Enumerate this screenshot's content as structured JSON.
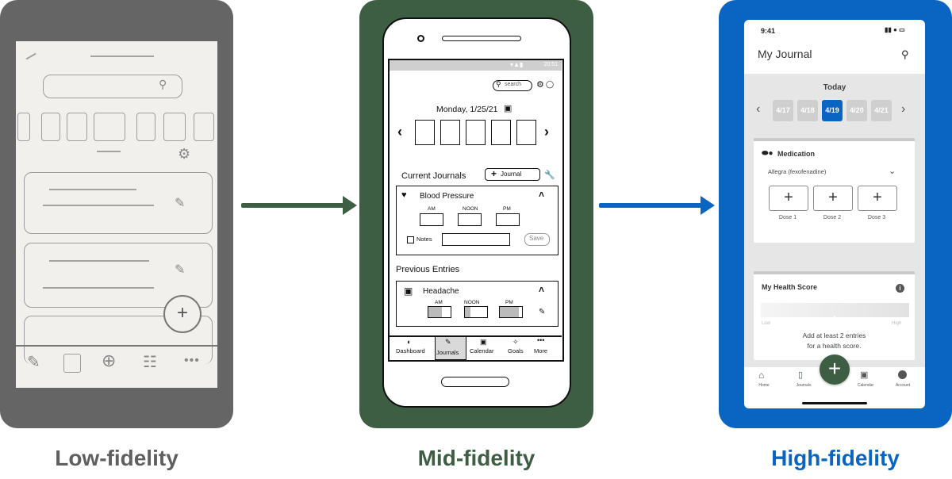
{
  "captions": {
    "low": "Low-fidelity",
    "mid": "Mid-fidelity",
    "high": "High-fidelity"
  },
  "colors": {
    "low": "#656565",
    "mid": "#3d5e42",
    "high": "#0a64c2"
  },
  "mid": {
    "status_time": "20:51",
    "search": "search",
    "date": "Monday, 1/25/21",
    "current_journals": "Current Journals",
    "add_journal": "Journal",
    "blood_pressure": "Blood Pressure",
    "times": [
      "AM",
      "NOON",
      "PM"
    ],
    "notes": "Notes",
    "save": "Save",
    "previous_entries": "Previous Entries",
    "headache": "Headache",
    "nav": [
      "Dashboard",
      "Journals",
      "Calendar",
      "Goals",
      "More"
    ]
  },
  "high": {
    "time": "9:41",
    "title": "My Journal",
    "today": "Today",
    "days": [
      "4/17",
      "4/18",
      "4/19",
      "4/20",
      "4/21"
    ],
    "selected_day": "4/19",
    "medication": "Medication",
    "drug": "Allegra (fexofenadine)",
    "doses": [
      "Dose 1",
      "Dose 2",
      "Dose 3"
    ],
    "health_score": "My Health Score",
    "low": "Low",
    "high": "High",
    "score_msg_1": "Add at least 2 entries",
    "score_msg_2": "for a health score.",
    "nav": [
      "Home",
      "Journals",
      "Calendar",
      "Account"
    ]
  }
}
